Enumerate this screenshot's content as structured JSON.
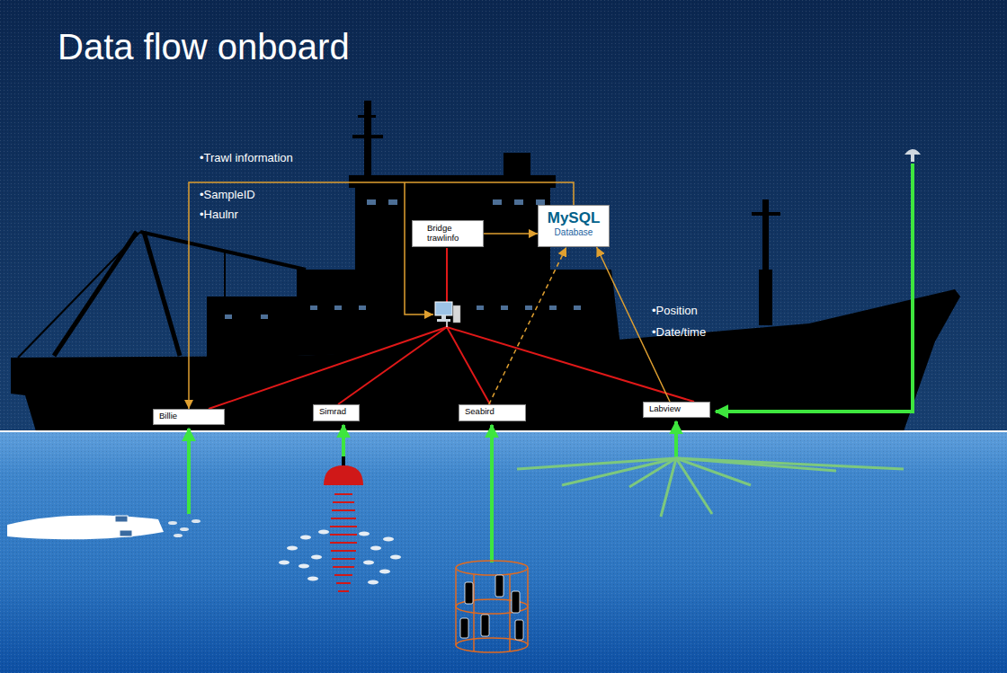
{
  "diagram": {
    "title": "Data flow onboard",
    "nodes": [
      {
        "text": [
          "Bridge trawlinfo"
        ]
      },
      {
        "text": [
          "MySQL",
          "Database"
        ]
      },
      {
        "text": [
          "Billie"
        ]
      },
      {
        "text": [
          "Simrad"
        ]
      },
      {
        "text": [
          "Seabird"
        ]
      },
      {
        "text": [
          "Labview"
        ]
      }
    ],
    "edges": [
      {
        "from": 0,
        "to": 1,
        "arrow": "to"
      },
      {
        "from": 1,
        "to": 2,
        "arrow": "to"
      },
      {
        "from": 4,
        "to": 1,
        "arrow": "to"
      },
      {
        "from": 5,
        "to": 1,
        "arrow": "to"
      }
    ],
    "labels": [
      "•Trawl information",
      "•SampleID",
      "•Haulnr",
      "•Position",
      "•Date/time"
    ]
  }
}
